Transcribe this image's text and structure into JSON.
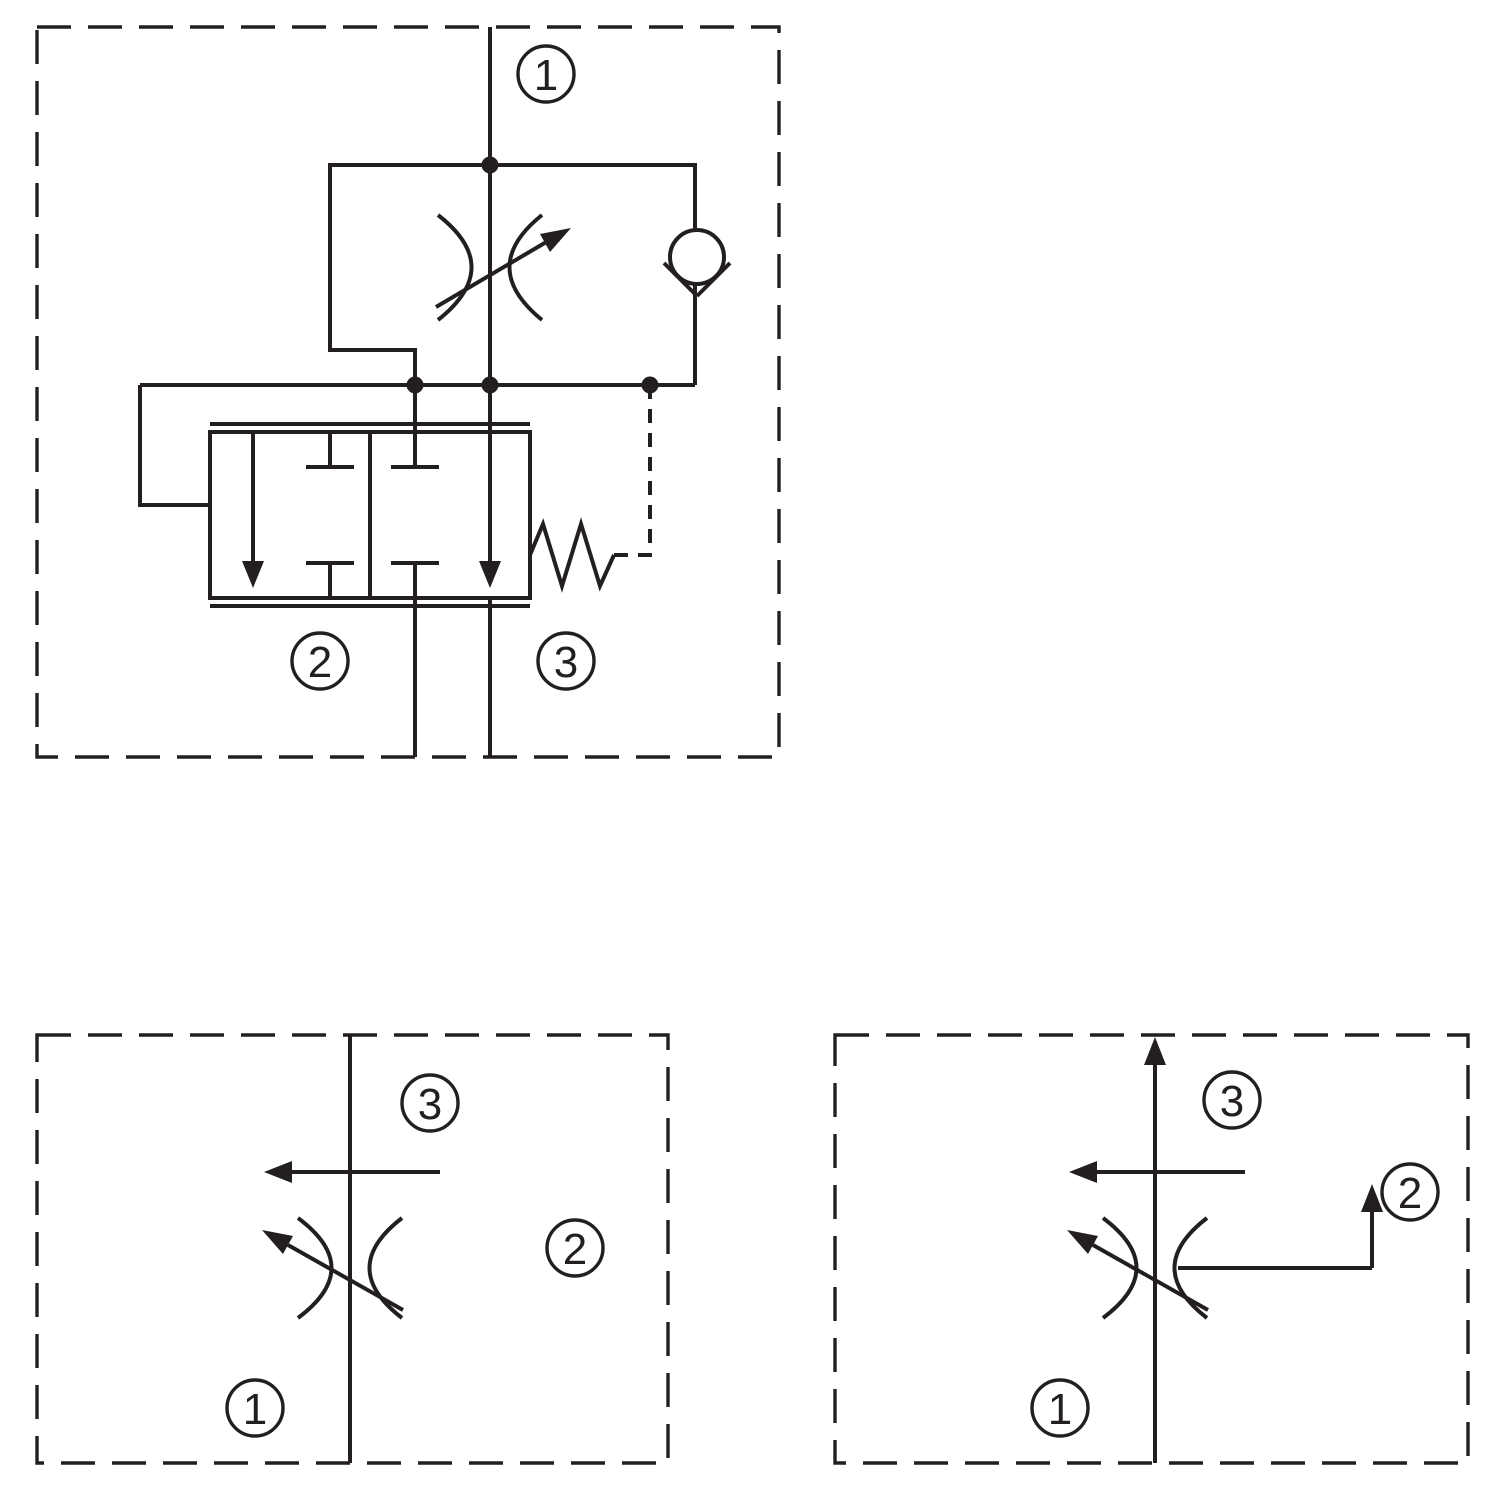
{
  "colors": {
    "background": "#ffffff",
    "line": "#231f20"
  },
  "main_schematic": {
    "port_top": "1",
    "port_bottom_left": "2",
    "port_bottom_right": "3",
    "symbols": [
      "adjustable-orifice",
      "check-valve",
      "two-position-spool-valve",
      "spring",
      "pilot-line-dashed",
      "pilot-line-solid"
    ]
  },
  "flow_view_left": {
    "port_top": "3",
    "port_right": "2",
    "port_bottom": "1",
    "symbols": [
      "adjustable-orifice",
      "left-flow-arrow"
    ]
  },
  "flow_view_right": {
    "port_top": "3",
    "port_right": "2",
    "port_bottom": "1",
    "symbols": [
      "adjustable-orifice",
      "left-flow-arrow",
      "up-flow-arrow",
      "port2-inlet-arrow"
    ]
  }
}
